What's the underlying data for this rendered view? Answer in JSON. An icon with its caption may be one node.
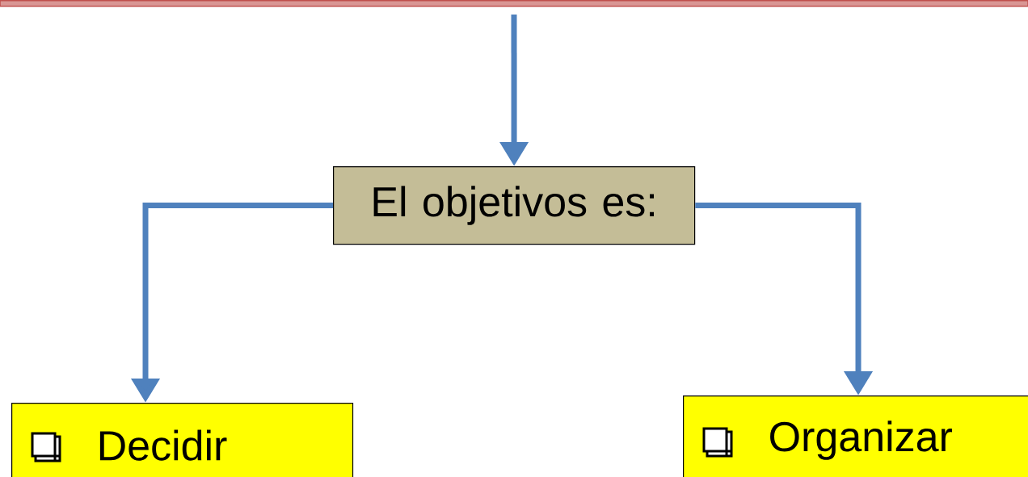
{
  "diagram": {
    "nodes": [
      {
        "text": [],
        "shape": "bar"
      },
      {
        "text": [
          "El objetivos es:"
        ]
      },
      {
        "text": [
          "Decidir"
        ]
      },
      {
        "text": [
          "Organizar"
        ]
      }
    ],
    "edges": [
      {
        "from": 0,
        "to": 1,
        "arrow": "to"
      },
      {
        "from": 1,
        "to": 2,
        "arrow": "to"
      },
      {
        "from": 1,
        "to": 3,
        "arrow": "to"
      }
    ]
  }
}
